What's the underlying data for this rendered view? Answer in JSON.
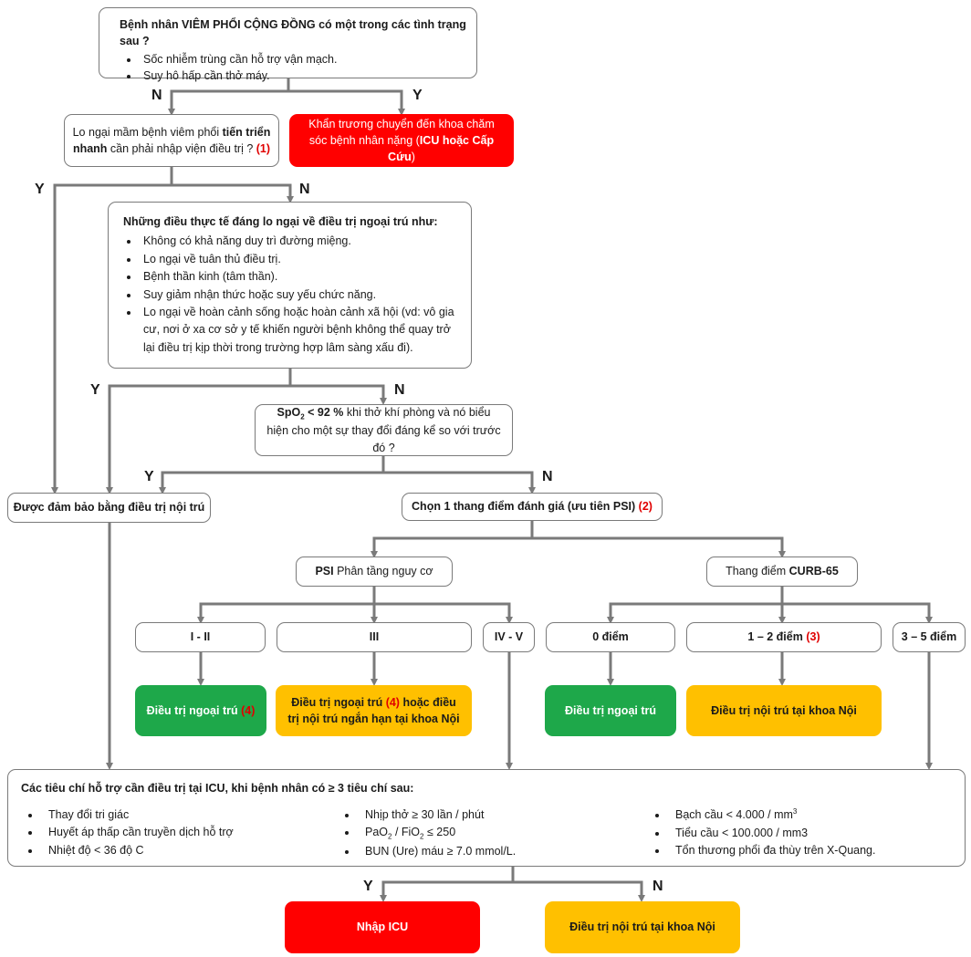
{
  "q1": {
    "title": "Bệnh nhân VIÊM PHỔI CỘNG ĐỒNG có một trong các  tình trạng sau ?",
    "items": [
      "Sốc nhiễm trùng cần hỗ trợ vận mạch.",
      "Suy hô hấp cần thở máy."
    ]
  },
  "q2": {
    "text_before": "Lo ngại mầm bệnh viêm phổi ",
    "bold1": "tiến triển",
    "bold2": "nhanh",
    "text_after": " cần phải nhập viện điều trị ? ",
    "note": "(1)"
  },
  "icu_urgent": {
    "text": "Khẩn trương chuyển đến khoa chăm sóc bệnh nhân nặng (",
    "bold": "ICU hoặc Cấp Cứu",
    "text_end": ")"
  },
  "q3": {
    "title": "Những điều thực tế đáng lo ngại về điều trị ngoại trú như:",
    "items": [
      "Không có khả năng duy trì đường miệng.",
      "Lo ngại về tuân thủ điều trị.",
      "Bệnh thần kinh (tâm thần).",
      "Suy giảm nhận thức hoặc suy yếu chức năng.",
      "Lo ngại về hoàn cảnh sống hoặc hoàn cảnh xã hội (vd: vô gia cư, nơi ở xa cơ sở y tế khiến người bệnh không thể quay trở lại điều trị kịp thời trong trường hợp lâm sàng xấu đi)."
    ]
  },
  "q4": {
    "bold_pre": "SpO",
    "bold_sub": "2",
    "bold_post": " < 92 %",
    "text": " khi thở khí phòng và nó biểu hiện cho một sự thay đổi đáng kể so với trước đó ?"
  },
  "inpatient_box": "Được đảm bảo bằng điều trị nội trú",
  "score_choice": {
    "text": "Chọn 1 thang điểm đánh giá (ưu tiên PSI) ",
    "note": "(2)"
  },
  "psi": {
    "bold": "PSI",
    "text": " Phân tầng nguy cơ"
  },
  "curb": {
    "text": "Thang điểm ",
    "bold": "CURB-65"
  },
  "psi_classes": [
    "I - II",
    "III",
    "IV - V"
  ],
  "curb_classes": {
    "c0": "0 điểm",
    "c12": "1 – 2 điểm ",
    "c12_note": "(3)",
    "c35": "3 – 5 điểm"
  },
  "out_psi_12": {
    "text": "Điều trị ngoại trú ",
    "note": "(4)"
  },
  "out_psi_3": {
    "text1": "Điều trị ngoại trú ",
    "note": "(4)",
    "text2": " hoặc điều trị nội trú ngắn hạn tại khoa Nội"
  },
  "out_curb_0": "Điều trị ngoại trú",
  "out_curb_12": "Điều trị nội trú tại khoa Nội",
  "icu_criteria": {
    "title": "Các tiêu chí hỗ trợ cần điều trị tại ICU, khi bệnh nhân có ≥ 3 tiêu chí sau:",
    "col1": [
      "Thay đổi tri giác",
      "Huyết áp thấp cần truyền dịch hỗ trợ",
      "Nhiệt độ < 36 độ C"
    ],
    "col2": {
      "rr": "Nhịp thở ≥ 30 lần / phút",
      "pao2_a": "PaO",
      "pao2_sub": "2",
      "pao2_b": " / FiO",
      "fio2_sub": "2",
      "pao2_c": " ≤ 250",
      "bun": "BUN (Ure) máu ≥ 7.0 mmol/L."
    },
    "col3": {
      "wbc": "Bạch cầu < 4.000 / mm",
      "wbc_sup": "3",
      "plt": "Tiểu cầu < 100.000 / mm3",
      "xray": "Tổn thương phổi đa thùy trên X-Quang."
    }
  },
  "final_icu": "Nhập ICU",
  "final_ward": "Điều trị nội trú tại khoa Nội",
  "labels": {
    "yes": "Y",
    "no": "N"
  },
  "colors": {
    "red": "#ff0000",
    "green": "#1ea84a",
    "amber": "#ffc000",
    "line": "#7a7a7a"
  }
}
